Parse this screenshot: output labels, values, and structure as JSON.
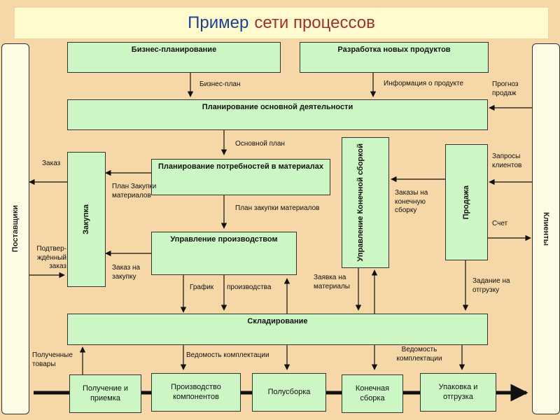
{
  "title": {
    "part1": "Пример",
    "part2": "сети процессов"
  },
  "sides": {
    "left": "Поставщики",
    "right": "Клиенты"
  },
  "boxes": {
    "business_planning": "Бизнес-планирование",
    "new_products": "Разработка новых продуктов",
    "operations_planning": "Планирование основной деятельности",
    "mrp": "Планирование потребностей в материалах",
    "purchasing": "Закупка",
    "production_management": "Управление производством",
    "final_assembly_management": "Управление Конечной сборкой",
    "sales": "Продажа",
    "warehousing": "Складирование",
    "receiving": "Получение и приемка",
    "components_production": "Производство компонентов",
    "subassembly": "Полусборка",
    "final_assembly": "Конечная сборка",
    "packing_shipping": "Упаковка и отгрузка"
  },
  "labels": {
    "business_plan": "Бизнес-план",
    "product_info": "Информация о продукте",
    "sales_forecast": "Прогноз продаж",
    "master_plan": "Основной план",
    "order": "Заказ",
    "materials_purchase_plan_short": "План Закупки материалов",
    "materials_purchase_plan": "План закупки материалов",
    "confirmed_order": "Подтвер-ждённый заказ",
    "purchase_order": "Заказ на закупку",
    "customer_requests": "Запросы клиентов",
    "final_assembly_orders": "Заказы на конечную сборку",
    "invoice": "Счет",
    "production_schedule_1": "График",
    "production_schedule_2": "производства",
    "material_request": "Заявка на материалы",
    "shipping_task": "Задание на отгрузку",
    "received_goods": "Полученные товары",
    "kitting_list_1": "Ведомость комплектации",
    "kitting_list_2": "Ведомость комплектации"
  }
}
